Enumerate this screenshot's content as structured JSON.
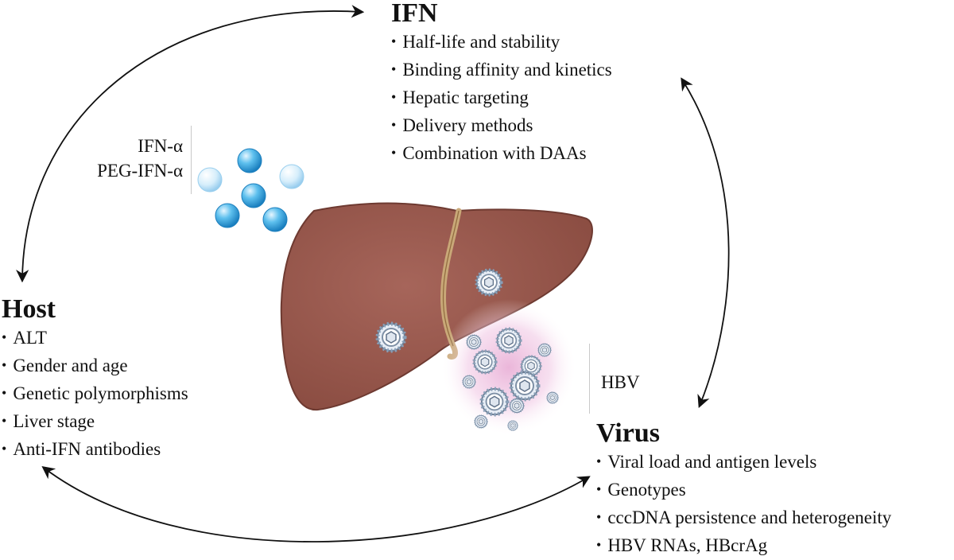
{
  "ifn": {
    "title": "IFN",
    "items": [
      "Half-life and stability",
      "Binding affinity and kinetics",
      "Hepatic targeting",
      "Delivery methods",
      "Combination with DAAs"
    ]
  },
  "host": {
    "title": "Host",
    "items": [
      "ALT",
      "Gender and age",
      "Genetic polymorphisms",
      "Liver stage",
      "Anti-IFN antibodies"
    ]
  },
  "virus": {
    "title": "Virus",
    "items": [
      "Viral load and antigen levels",
      "Genotypes",
      "cccDNA persistence and heterogeneity",
      "HBV RNAs, HBcrAg"
    ]
  },
  "drug_labels": [
    "IFN-α",
    "PEG-IFN-α"
  ],
  "hbv_label": "HBV",
  "colors": {
    "liver": "#9a5a4f",
    "liver_dark": "#7e4338",
    "ligament": "#c9a878",
    "sphere_dark": "#2a9ad6",
    "sphere_light": "#bfe3f7",
    "halo": "#d98fc0"
  }
}
